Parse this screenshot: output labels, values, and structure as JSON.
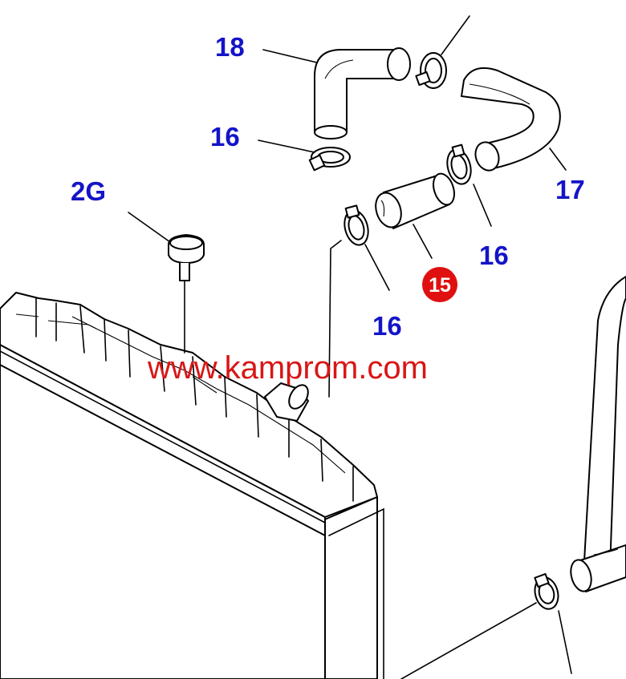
{
  "labels": {
    "hose_upper_left": "18",
    "clamp_upper_left": "16",
    "hose_upper_right": "17",
    "clamp_mid_right": "16",
    "clamp_mid": "16",
    "cap": "2G",
    "hose_connector_badge": "15"
  },
  "watermark": "www.kamprom.com",
  "colors": {
    "label": "#1414c8",
    "badge": "#e01010",
    "watermark": "#d81616"
  }
}
